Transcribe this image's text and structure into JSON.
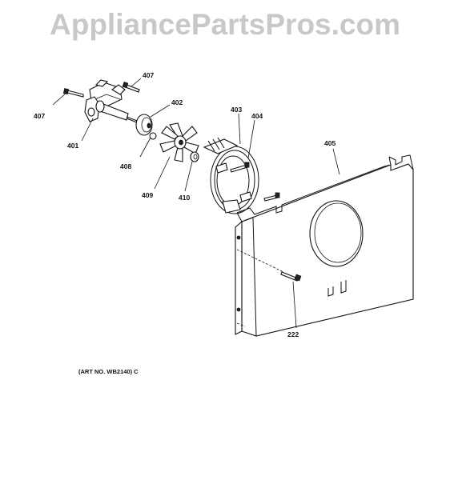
{
  "watermark": "AppliancePartsPros.com",
  "art_number": "(ART NO. WB2140) C",
  "callouts": {
    "c407a": "407",
    "c407b": "407",
    "c402": "402",
    "c401": "401",
    "c408": "408",
    "c409": "409",
    "c410": "410",
    "c403": "403",
    "c404": "404",
    "c405": "405",
    "c222": "222"
  },
  "icons": {
    "motor": "convection-fan-motor",
    "blade": "fan-blade",
    "element": "circular-heating-element",
    "panel": "baffle-cover-panel"
  },
  "colors": {
    "watermark": "#c8c8c8",
    "line": "#111111",
    "background": "#ffffff"
  }
}
